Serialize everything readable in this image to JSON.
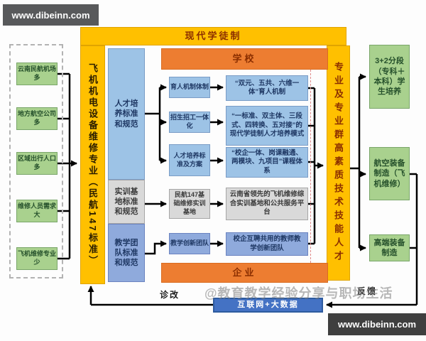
{
  "watermark": {
    "top_bar": "www.dibeinn.com",
    "bottom_bar": "www.dibeinn.com",
    "overlay": "@教育教学经验分享与职场生活"
  },
  "frame": {
    "title": "现代学徒制",
    "left_column": "飞机机电设备维修专业（民航147标准）",
    "right_column": "专业及专业群高素质技术技能人才"
  },
  "demand_side": {
    "items": [
      "云南民航机场多",
      "地方航空公司多",
      "区域出行人口多",
      "维修人员需求大",
      "飞机维修专业少"
    ]
  },
  "standards": {
    "items": [
      "人才培养标准和规范",
      "实训基地标准和规范",
      "教学团队标准和规范"
    ]
  },
  "school_enterprise": {
    "school_label": "学校",
    "enterprise_label": "企业",
    "mechanisms": [
      "育人机制体制",
      "招生招工一体化",
      "人才培养标准及方案",
      "民航147基础维修实训基地",
      "教学创新团队"
    ],
    "outcomes": [
      "“双元、五共、六维一体”育人机制",
      "“一标准、双主体、三段式、四转换、五对接”的现代学徒制人才培养模式",
      "“校企一体、岗课融通、两模块、九项目”课程体系",
      "云南省领先的飞机维修综合实训基地和公共服务平台",
      "校企互聘共用的教师教学创新团队"
    ]
  },
  "targets": {
    "items": [
      "3+2分段（专科＋本科）学生培养",
      "航空装备制造（飞机维修）",
      "高端装备制造"
    ]
  },
  "feedback_loop": {
    "diagnose_label": "诊改",
    "feedback_label": "反馈",
    "platform": "互联网+大数据"
  },
  "colors": {
    "yellow": "#FFC000",
    "orange": "#ED7D31",
    "light_blue": "#9DC3E6",
    "periwinkle": "#8FAADC",
    "gray": "#D9D9D9",
    "green": "#A9D18E",
    "platform_blue": "#4472C4"
  }
}
